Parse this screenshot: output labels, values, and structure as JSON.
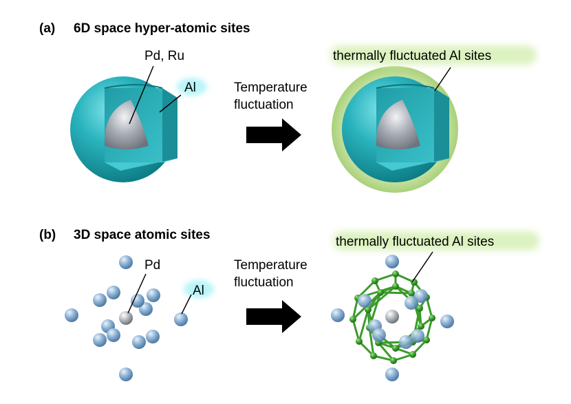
{
  "panel_a": {
    "letter": "(a)",
    "title": "6D space hyper-atomic sites",
    "label_core": "Pd, Ru",
    "label_shell": "Al",
    "arrow_label_line1": "Temperature",
    "arrow_label_line2": "fluctuation",
    "label_fluct": "thermally fluctuated Al sites"
  },
  "panel_b": {
    "letter": "(b)",
    "title": "3D space atomic sites",
    "label_center": "Pd",
    "label_shell": "Al",
    "arrow_label_line1": "Temperature",
    "arrow_label_line2": "fluctuation",
    "label_fluct": "thermally fluctuated Al sites"
  },
  "colors": {
    "shell_teal": "#2ab3bd",
    "core_gray": "#a8adb6",
    "atom_blue": "#8fb3d6",
    "halo_green": "#c9e3a4",
    "cage_green": "#3a9b2a",
    "label_glow_cyan": "#b8f4f8",
    "label_glow_green": "#dcf2c0",
    "arrow": "#000000"
  }
}
